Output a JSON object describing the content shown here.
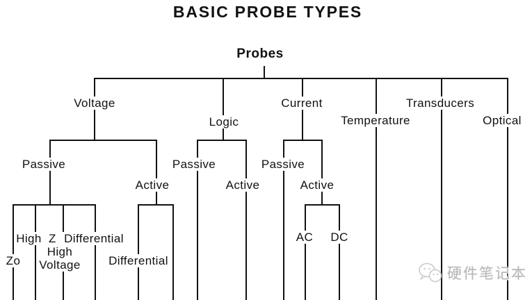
{
  "title": "BASIC PROBE TYPES",
  "labels": {
    "probes": "Probes",
    "voltage": "Voltage",
    "logic": "Logic",
    "current": "Current",
    "temperature": "Temperature",
    "transducers": "Transducers",
    "optical": "Optical",
    "voltage_passive": "Passive",
    "voltage_active": "Active",
    "logic_passive": "Passive",
    "logic_active": "Active",
    "current_passive": "Passive",
    "current_active": "Active",
    "zo": "Zo",
    "high_z": "High  Z",
    "high_voltage": "High\nVoltage",
    "passive_differential": "Differential",
    "active_differential": "Differential",
    "ac": "AC",
    "dc": "DC"
  },
  "hierarchy": {
    "root": "Probes",
    "children": [
      {
        "name": "Voltage",
        "children": [
          {
            "name": "Passive",
            "children": [
              {
                "name": "Zo"
              },
              {
                "name": "High Z"
              },
              {
                "name": "High Voltage"
              },
              {
                "name": "Differential"
              }
            ]
          },
          {
            "name": "Active",
            "children": [
              {
                "name": "Differential"
              }
            ]
          }
        ]
      },
      {
        "name": "Logic",
        "children": [
          {
            "name": "Passive"
          },
          {
            "name": "Active"
          }
        ]
      },
      {
        "name": "Current",
        "children": [
          {
            "name": "Passive"
          },
          {
            "name": "Active",
            "children": [
              {
                "name": "AC"
              },
              {
                "name": "DC"
              }
            ]
          }
        ]
      },
      {
        "name": "Temperature"
      },
      {
        "name": "Transducers"
      },
      {
        "name": "Optical"
      }
    ]
  },
  "watermark": {
    "text": "硬件笔记本",
    "icon": "wechat-chat-bubbles-icon",
    "color": "#b5b5b5"
  },
  "colors": {
    "background": "#ffffff",
    "line": "#111111",
    "text": "#111111"
  }
}
